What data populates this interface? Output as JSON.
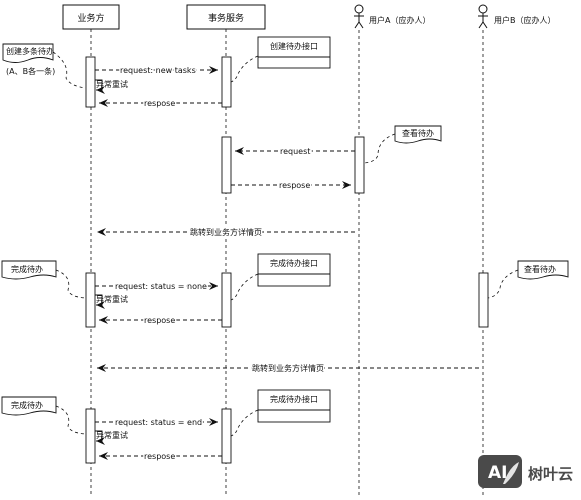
{
  "participants": {
    "business": "业务方",
    "service": "事务服务",
    "userA": "用户A（应办人）",
    "userB": "用户B（应办人）"
  },
  "notes": {
    "create_tasks": "创建多条待办",
    "create_tasks_sub": "(A、B各一条)",
    "view_task_a": "查看待办",
    "view_task_b": "查看待办",
    "complete_1": "完成待办",
    "complete_2": "完成待办"
  },
  "boxes": {
    "create_api": "创建待办接口",
    "complete_api_1": "完成待办接口",
    "complete_api_2": "完成待办接口"
  },
  "messages": {
    "m1": "request:  new tasks",
    "m1_retry": "异常重试",
    "m2": "respose",
    "m3": "request",
    "m4": "respose",
    "m5": "跳转到业务方详情页",
    "m6": "request:  status = none",
    "m6_retry": "异常重试",
    "m7": "respose",
    "m8": "跳转到业务方详情页",
    "m9": "request:  status = end",
    "m9_retry": "异常重试",
    "m10": "respose"
  },
  "watermark": {
    "badge": "AI",
    "text": "树叶云"
  },
  "colors": {
    "line": "#111111",
    "watermark": "#4a4a4a"
  }
}
